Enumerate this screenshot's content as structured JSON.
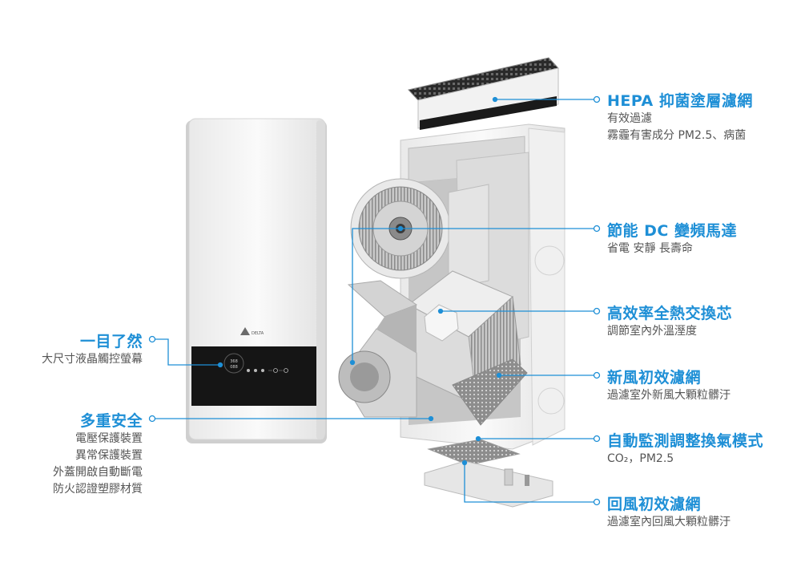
{
  "colors": {
    "accent": "#1e8fd6",
    "device_body": "#f4f4f4",
    "panel": "#151515",
    "text_desc": "#555555"
  },
  "brand": {
    "logo_text": "DELTA"
  },
  "panel_display": {
    "readout_top": "368",
    "readout_bottom": "088"
  },
  "callouts": {
    "hepa": {
      "title": "HEPA 抑菌塗層濾網",
      "lines": [
        "有效過濾",
        "霧霾有害成分 PM2.5、病菌"
      ]
    },
    "motor": {
      "title": "節能 DC 變頻馬達",
      "lines": [
        "省電 安靜 長壽命"
      ]
    },
    "core": {
      "title": "高效率全熱交換芯",
      "lines": [
        "調節室內外溫溼度"
      ]
    },
    "fresh": {
      "title": "新風初效濾網",
      "lines": [
        "過濾室外新風大顆粒髒汙"
      ]
    },
    "auto": {
      "title": "自動監測調整換氣模式",
      "lines": [
        "CO₂，PM2.5"
      ]
    },
    "return": {
      "title": "回風初效濾網",
      "lines": [
        "過濾室內回風大顆粒髒汙"
      ]
    },
    "lcd": {
      "title": "一目了然",
      "lines": [
        "大尺寸液晶觸控螢幕"
      ]
    },
    "safety": {
      "title": "多重安全",
      "lines": [
        "電壓保護裝置",
        "異常保護裝置",
        "外蓋開啟自動斷電",
        "防火認證塑膠材質"
      ]
    }
  }
}
